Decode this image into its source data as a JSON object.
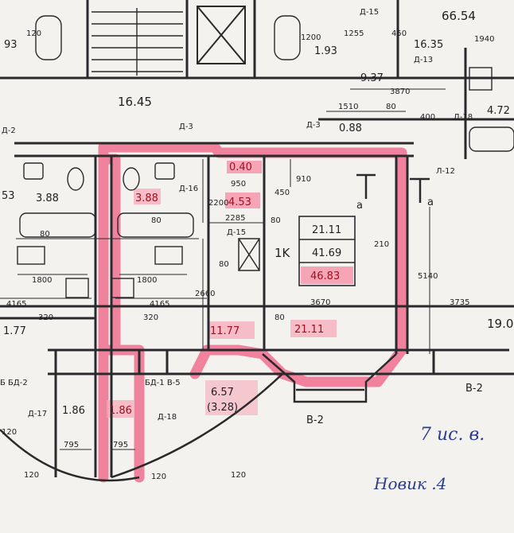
{
  "area_labels": {
    "top_right_area": "66.54",
    "top_left_93": "93",
    "a120": "120",
    "a1200": "1200",
    "a193": "1.93",
    "d15": "Д-15",
    "d13": "Д-13",
    "a1255": "1255",
    "a450": "450",
    "a1635": "16.35",
    "a1940": "1940",
    "a937": "9.37",
    "a3870": "3870",
    "a1510": "1510",
    "a80top": "80",
    "a400": "400",
    "a088": "0.88",
    "a472": "4.72",
    "d18r": "Д-18",
    "d3a": "Д-3",
    "d3b": "Д-3",
    "hall": "16.45",
    "d2": "Д-2",
    "l12": "Л-12",
    "a040": "0.40",
    "a910": "910",
    "a950": "950",
    "a450b": "450",
    "a453": "4.53",
    "a53": "53",
    "a388a": "3.88",
    "a388b": "3.88",
    "d16": "Д-16",
    "a2200": "2200",
    "a2285": "2285",
    "a80a": "80",
    "a80b": "80",
    "a80c": "80",
    "a80d": "80",
    "d15b": "Д-15",
    "a210": "210",
    "a5140": "5140",
    "k1": "1K",
    "sum1": "21.11",
    "sum2": "41.69",
    "sum3": "46.83",
    "a1800a": "1800",
    "a1800b": "1800",
    "a4165a": "4165",
    "a4165b": "4165",
    "a2660": "2660",
    "a3670": "3670",
    "a3735": "3735",
    "a320a": "320",
    "a320b": "320",
    "a177a": "1.77",
    "a177b": "11.77",
    "a80e": "80",
    "a2111": "21.11",
    "a19": "19.0",
    "bd2": "Б БД-2",
    "bd1": "БД-1 В-5",
    "a657": "6.57",
    "a328": "(3.28)",
    "b2a": "В-2",
    "b2b": "В-2",
    "d17": "Д-17",
    "a186a": "1.86",
    "a186b": "1.86",
    "d18b": "Д-18",
    "a795a": "795",
    "a795b": "795",
    "a120a": "120",
    "a120b": "120",
    "a120c": "120",
    "a120d": "120",
    "letter_a1": "a",
    "letter_a2": "a",
    "hand1": "7 ис. в.",
    "hand2": "Новик .4"
  },
  "colors": {
    "paper": "#f3f2ee",
    "wall": "#2a2a2d",
    "highlight": "#ef6f8e",
    "highlight_fill": "#f6a5b6",
    "handwriting": "#2b3c8e"
  }
}
